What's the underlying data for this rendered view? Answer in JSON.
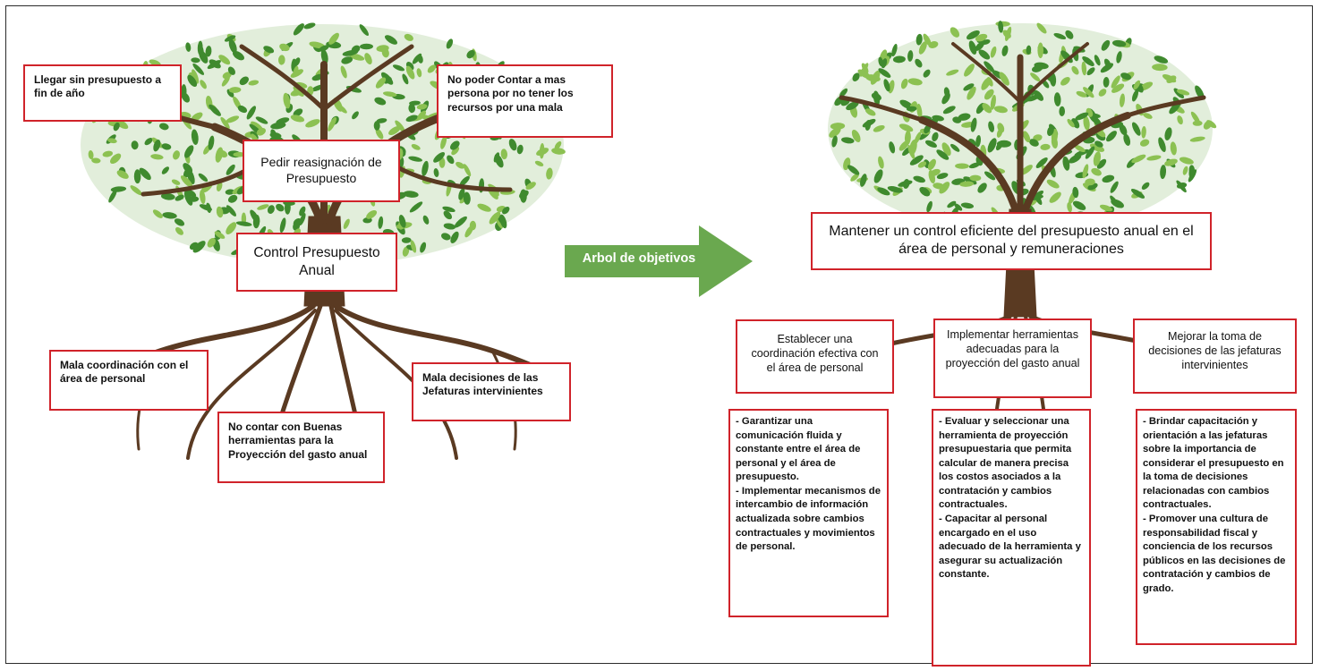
{
  "problem_tree": {
    "core": "Control Presupuesto Anual",
    "effects": [
      "Llegar sin presupuesto a fin de año",
      "No poder Contar a mas persona por no tener los recursos por una mala",
      "Pedir reasignación de Presupuesto"
    ],
    "causes": [
      "Mala coordinación con el área de personal",
      "No contar con Buenas herramientas para la Proyección del gasto anual",
      "Mala decisiones de las Jefaturas intervinientes"
    ]
  },
  "arrow_label": "Arbol de objetivos",
  "objective_tree": {
    "core": "Mantener un control eficiente del presupuesto anual en el área de personal y remuneraciones",
    "means": [
      {
        "title": "Establecer una coordinación efectiva con el área de personal",
        "actions": [
          "- Garantizar una comunicación fluida y constante entre el área de personal y el área de presupuesto.",
          "- Implementar mecanismos de intercambio de información actualizada sobre cambios contractuales y movimientos de personal."
        ]
      },
      {
        "title": "Implementar herramientas adecuadas para la proyección del gasto anual",
        "actions": [
          "- Evaluar y seleccionar una herramienta de proyección presupuestaria que permita calcular de manera precisa los costos asociados a la contratación y cambios contractuales.",
          "- Capacitar al personal encargado en el uso adecuado de la herramienta y asegurar su actualización constante."
        ]
      },
      {
        "title": "Mejorar la toma de decisiones de las jefaturas intervinientes",
        "actions": [
          "- Brindar capacitación y orientación a las jefaturas sobre la importancia de considerar el presupuesto en la toma de decisiones relacionadas con cambios contractuales.",
          "- Promover una cultura de responsabilidad fiscal y conciencia de los recursos públicos en las decisiones de contratación y cambios de grado."
        ]
      }
    ]
  },
  "colors": {
    "box_border": "#d0232a",
    "arrow_fill": "#6aa84f",
    "trunk": "#5a3a22",
    "leaf_dark": "#3f8a2e",
    "leaf_light": "#8cc152"
  },
  "icons": [
    "tree-illustration",
    "right-arrow-icon"
  ]
}
